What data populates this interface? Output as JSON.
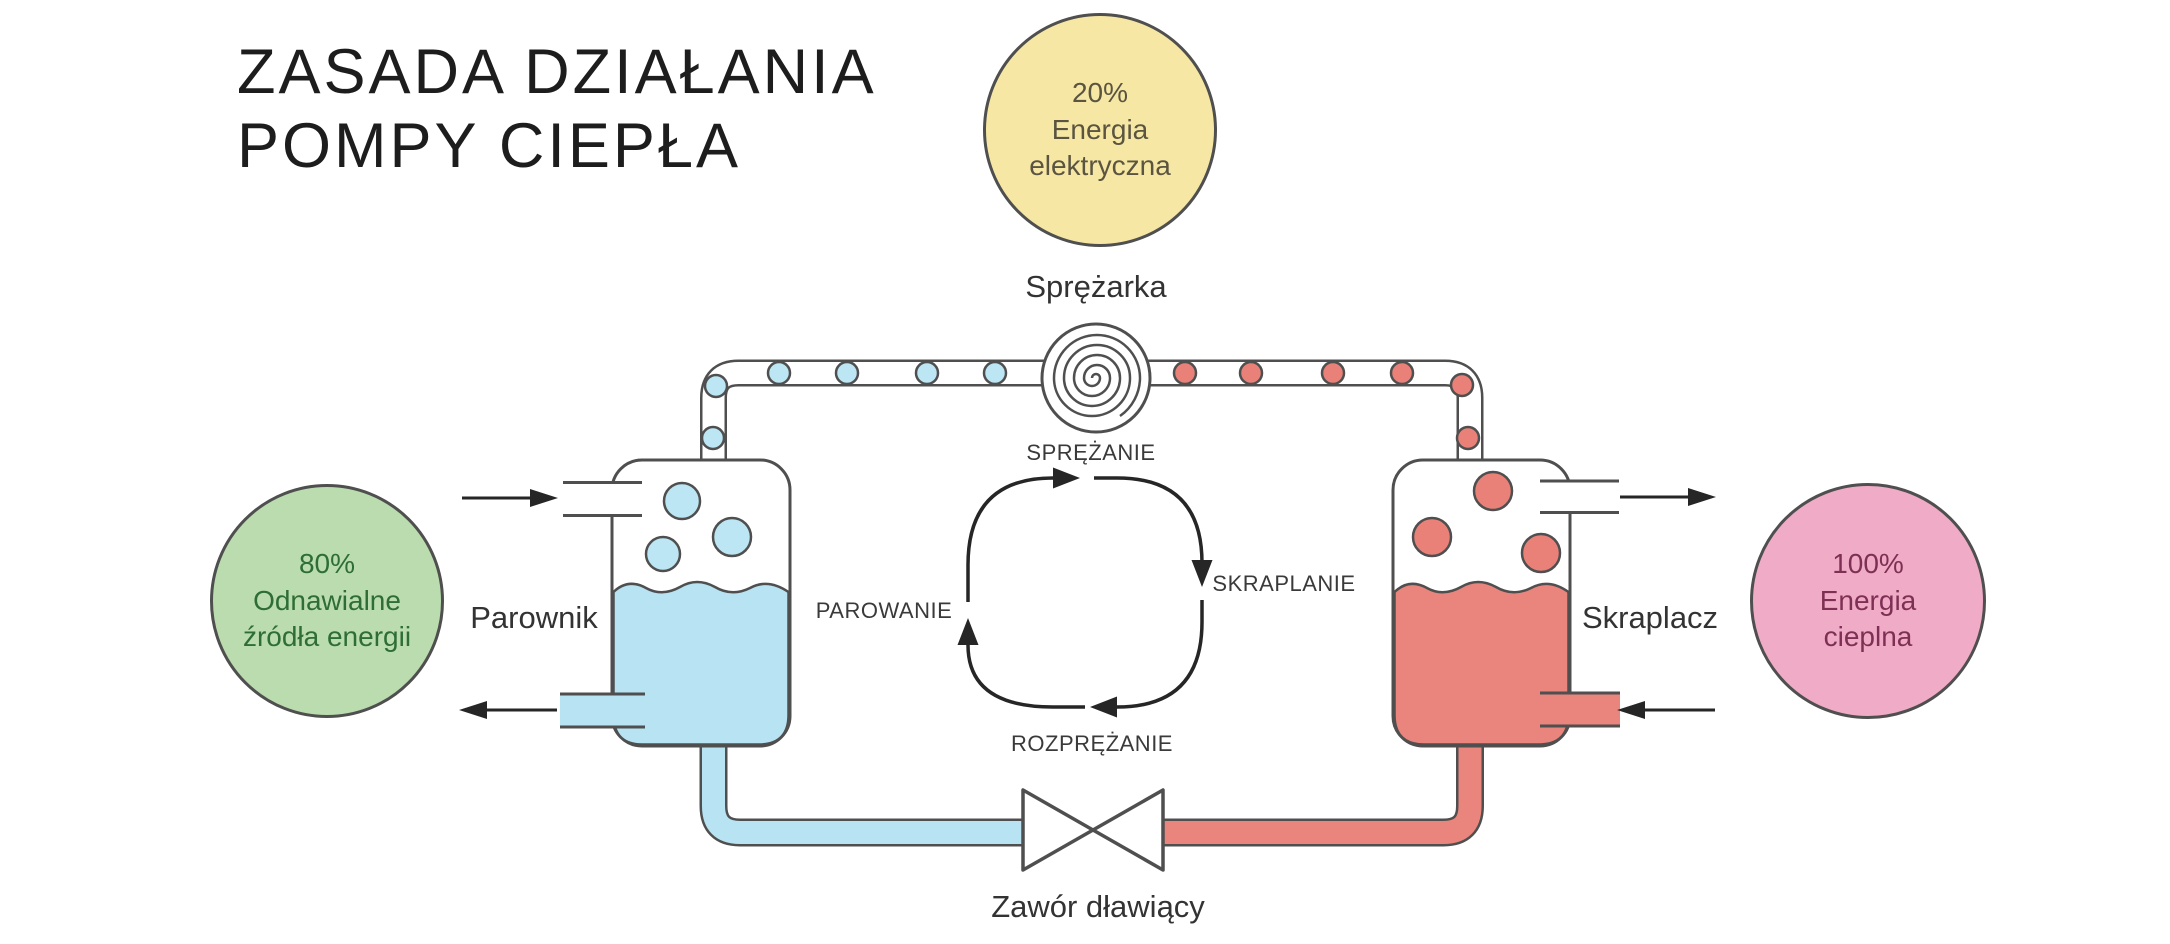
{
  "title": {
    "line1": "ZASADA DZIAŁANIA",
    "line2": "POMPY CIEPŁA"
  },
  "energy_circles": {
    "electrical": {
      "percent": "20%",
      "label_line1": "Energia",
      "label_line2": "elektryczna"
    },
    "renewable": {
      "percent": "80%",
      "label_line1": "Odnawialne",
      "label_line2": "źródła energii"
    },
    "thermal": {
      "percent": "100%",
      "label_line1": "Energia",
      "label_line2": "cieplna"
    }
  },
  "component_labels": {
    "compressor": "Sprężarka",
    "evaporator": "Parownik",
    "condenser": "Skraplacz",
    "expansion_valve": "Zawór dławiący"
  },
  "cycle_labels": {
    "compression": "SPRĘŻANIE",
    "condensation": "SKRAPLANIE",
    "expansion": "ROZPRĘŻANIE",
    "evaporation": "PAROWANIE"
  },
  "icons": {
    "compressor": "spiral-icon",
    "expansion_valve": "bowtie-valve-icon"
  },
  "colors": {
    "electrical_circle_fill": "#f6e8a4",
    "renewable_circle_fill": "#badcae",
    "thermal_circle_fill": "#f0abc7",
    "cold_fluid": "#b7e3f3",
    "cold_bubble": "#bce6f4",
    "hot_fluid": "#e9857c",
    "outline": "#4f4f4f",
    "arrow": "#262626"
  }
}
